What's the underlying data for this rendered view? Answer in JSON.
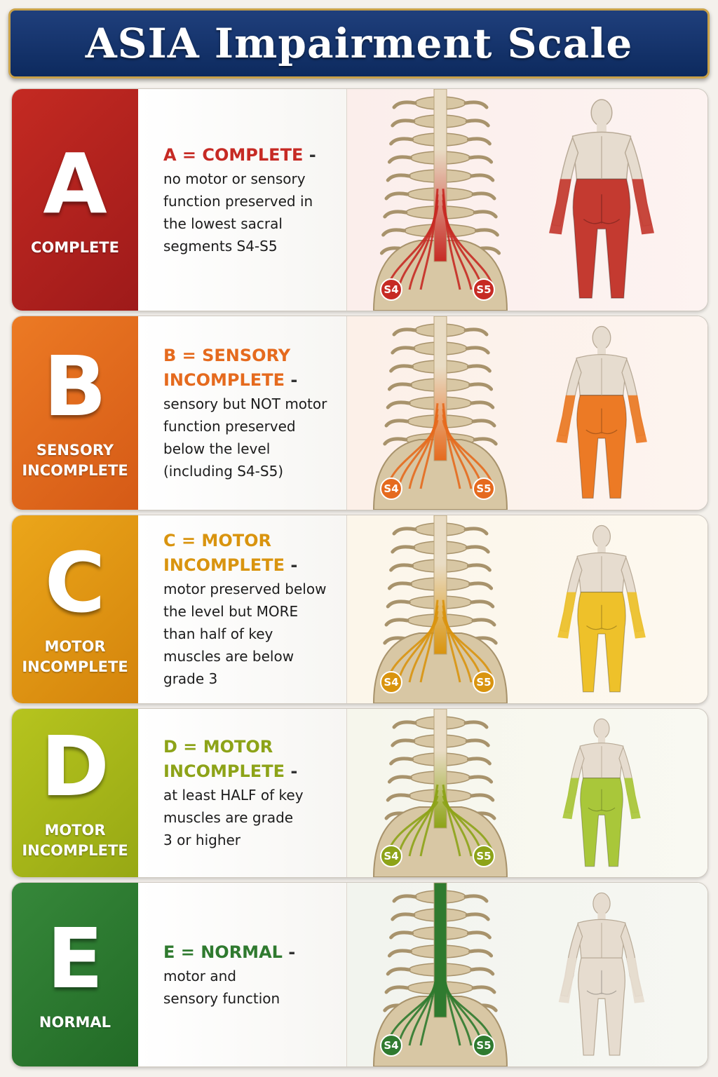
{
  "title": "ASIA Impairment Scale",
  "grades": [
    {
      "letter": "A",
      "name": "COMPLETE",
      "heading": "A = COMPLETE",
      "description": "no motor or sensory\nfunction preserved in\nthe lowest sacral\nsegments S4-S5",
      "color": "#b01e1e",
      "accent": "#c62a24",
      "body_color": "#c43a30",
      "sacral_labels": [
        "S4",
        "S5"
      ]
    },
    {
      "letter": "B",
      "name": "SENSORY\nINCOMPLETE",
      "heading": "B = SENSORY\nINCOMPLETE",
      "description": "sensory but NOT motor\nfunction preserved\nbelow the level\n(including S4-S5)",
      "color": "#e0661c",
      "accent": "#e56a1e",
      "body_color": "#ec7a25",
      "sacral_labels": [
        "S4",
        "S5"
      ]
    },
    {
      "letter": "C",
      "name": "MOTOR\nINCOMPLETE",
      "heading": "C = MOTOR\nINCOMPLETE",
      "description": "motor preserved below\nthe level but MORE\nthan half of key\nmuscles are below\ngrade 3",
      "color": "#e0970f",
      "accent": "#d9940f",
      "body_color": "#eec12a",
      "sacral_labels": [
        "S4",
        "S5"
      ]
    },
    {
      "letter": "D",
      "name": "MOTOR\nINCOMPLETE",
      "heading": "D = MOTOR\nINCOMPLETE",
      "description": "at least HALF of key\nmuscles are grade\n3 or higher",
      "color": "#a9b818",
      "accent": "#8da318",
      "body_color": "#a9c73a",
      "sacral_labels": [
        "S4",
        "S5"
      ]
    },
    {
      "letter": "E",
      "name": "NORMAL",
      "heading": "E = NORMAL",
      "description": "motor and\nsensory function",
      "color": "#2c7a2c",
      "accent": "#2f7a2f",
      "body_color": "#e8ddd0",
      "sacral_labels": [
        "S4",
        "S5"
      ]
    }
  ]
}
